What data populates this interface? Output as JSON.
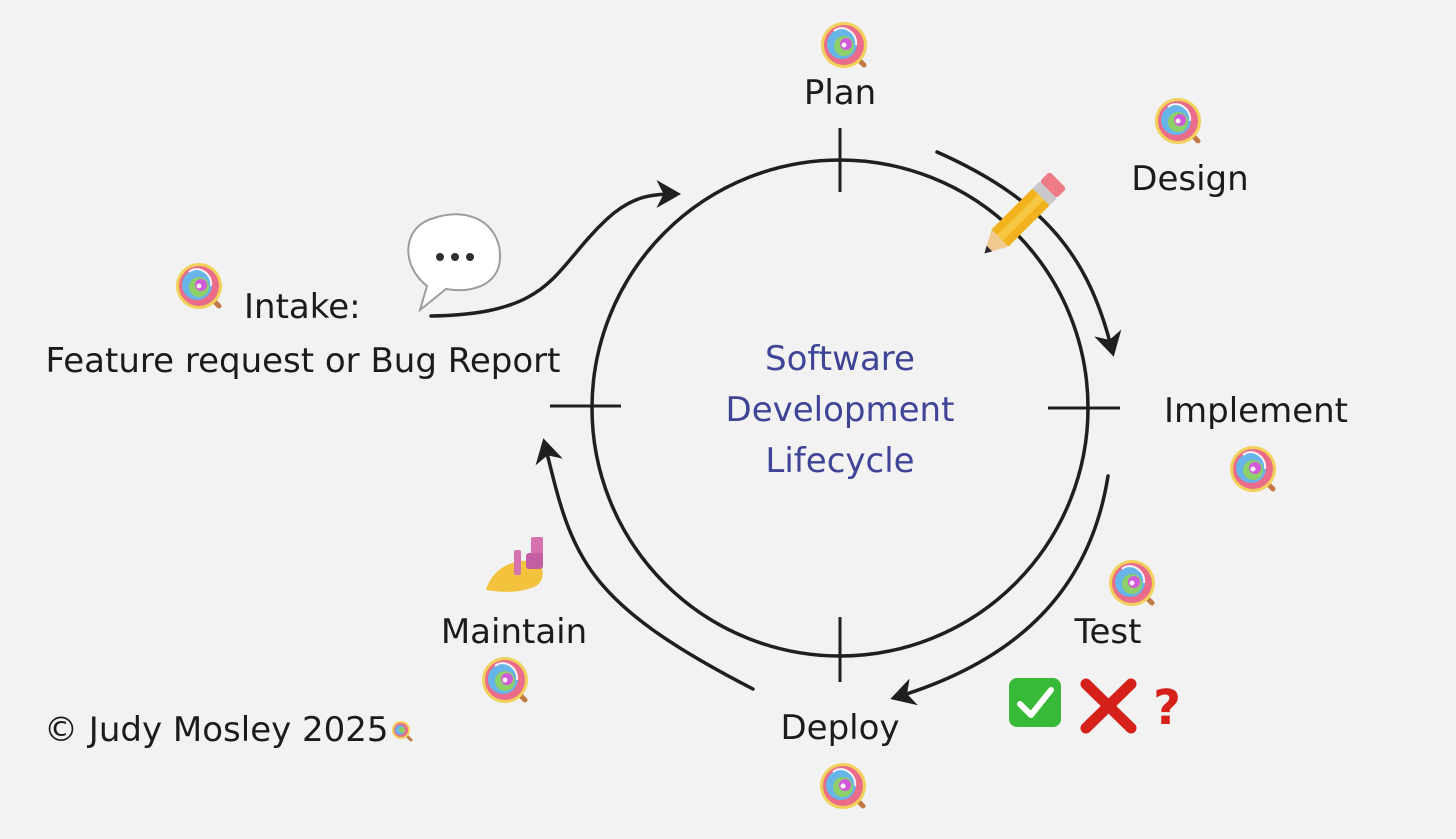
{
  "center_title": [
    "Software",
    "Development",
    "Lifecycle"
  ],
  "stages": {
    "plan": "Plan",
    "design": "Design",
    "implement": "Implement",
    "test": "Test",
    "deploy": "Deploy",
    "maintain": "Maintain",
    "intake_line1": "Intake:",
    "intake_line2": "Feature request or Bug Report"
  },
  "test_marks": {
    "pass_icon": "white-check-mark-icon",
    "fail_icon": "red-cross-mark-icon",
    "unknown_icon": "red-question-mark-icon",
    "question": "?"
  },
  "icons": {
    "stage_marker": "lollipop-icon",
    "design_tool": "pencil-icon",
    "intake_bubble": "speech-balloon-icon",
    "maintain_icon": "nail-polish-icon"
  },
  "copyright": "© Judy Mosley 2025",
  "colors": {
    "background": "#f2f2f2",
    "center_text": "#3f4496",
    "labels": "#1b1b1b",
    "strokes": "#1f1f1f"
  }
}
